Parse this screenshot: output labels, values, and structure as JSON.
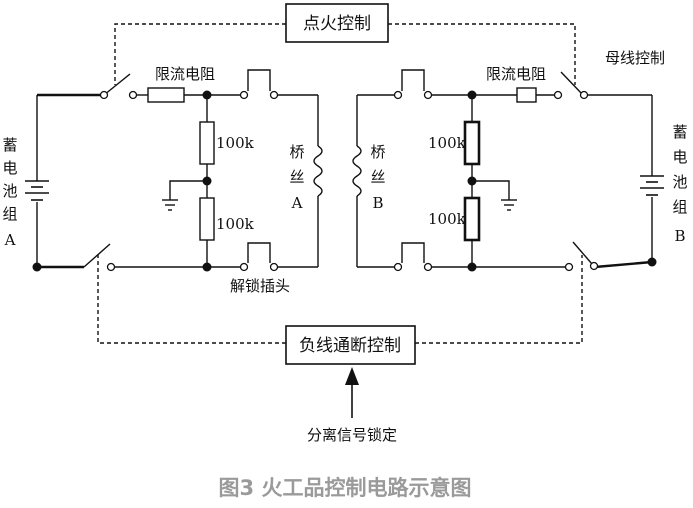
{
  "labels": {
    "ignition_control": "点火控制",
    "bus_control": "母线控制",
    "current_limit_left": "限流电阻",
    "current_limit_right": "限流电阻",
    "battery_a": [
      "蓄",
      "电",
      "池",
      "组",
      "A"
    ],
    "battery_b": [
      "蓄",
      "电",
      "池",
      "组",
      "B"
    ],
    "res_left_top": "100k",
    "res_left_bottom": "100k",
    "res_right_top": "100k",
    "res_right_bottom": "100k",
    "bridge_a": [
      "桥",
      "丝",
      "A"
    ],
    "bridge_b": [
      "桥",
      "丝",
      "B"
    ],
    "unlock_plug": "解锁插头",
    "neg_control": "负线通断控制",
    "separation_signal": "分离信号锁定"
  },
  "caption": "图3 火工品控制电路示意图"
}
